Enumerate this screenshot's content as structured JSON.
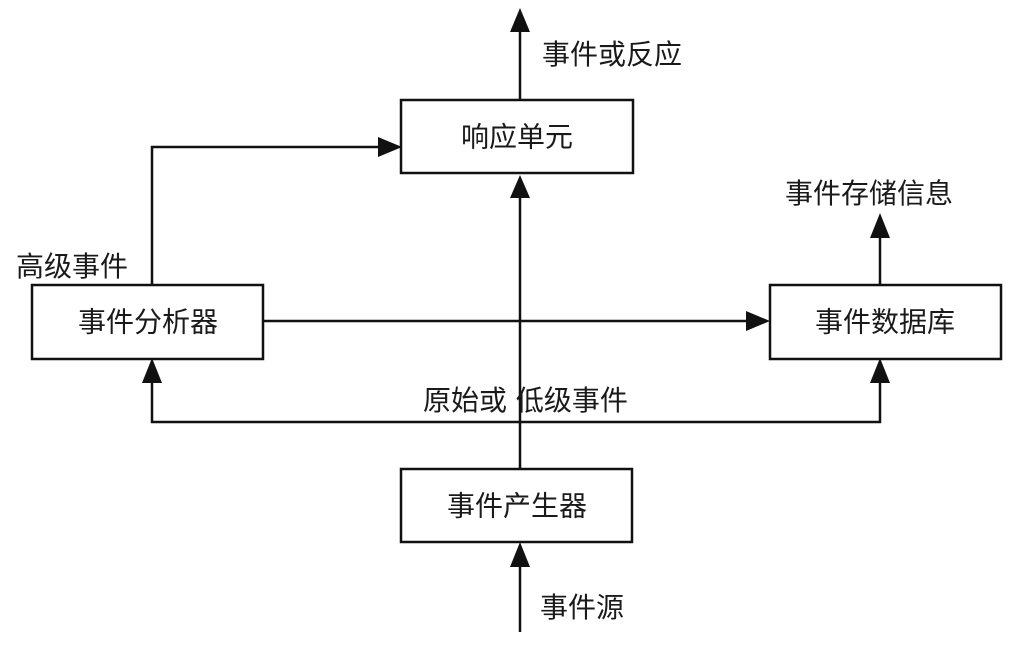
{
  "diagram": {
    "nodes": {
      "response_unit": {
        "label": "响应单元"
      },
      "event_analyzer": {
        "label": "事件分析器"
      },
      "event_database": {
        "label": "事件数据库"
      },
      "event_generator": {
        "label": "事件产生器"
      }
    },
    "edge_labels": {
      "event_or_reaction": "事件或反应",
      "high_level_event": "高级事件",
      "event_storage_info": "事件存储信息",
      "raw_or_low_level_event": "原始或 低级事件",
      "event_source": "事件源"
    },
    "colors": {
      "line": "#111111",
      "text": "#1a1a1a",
      "background": "#ffffff"
    }
  }
}
